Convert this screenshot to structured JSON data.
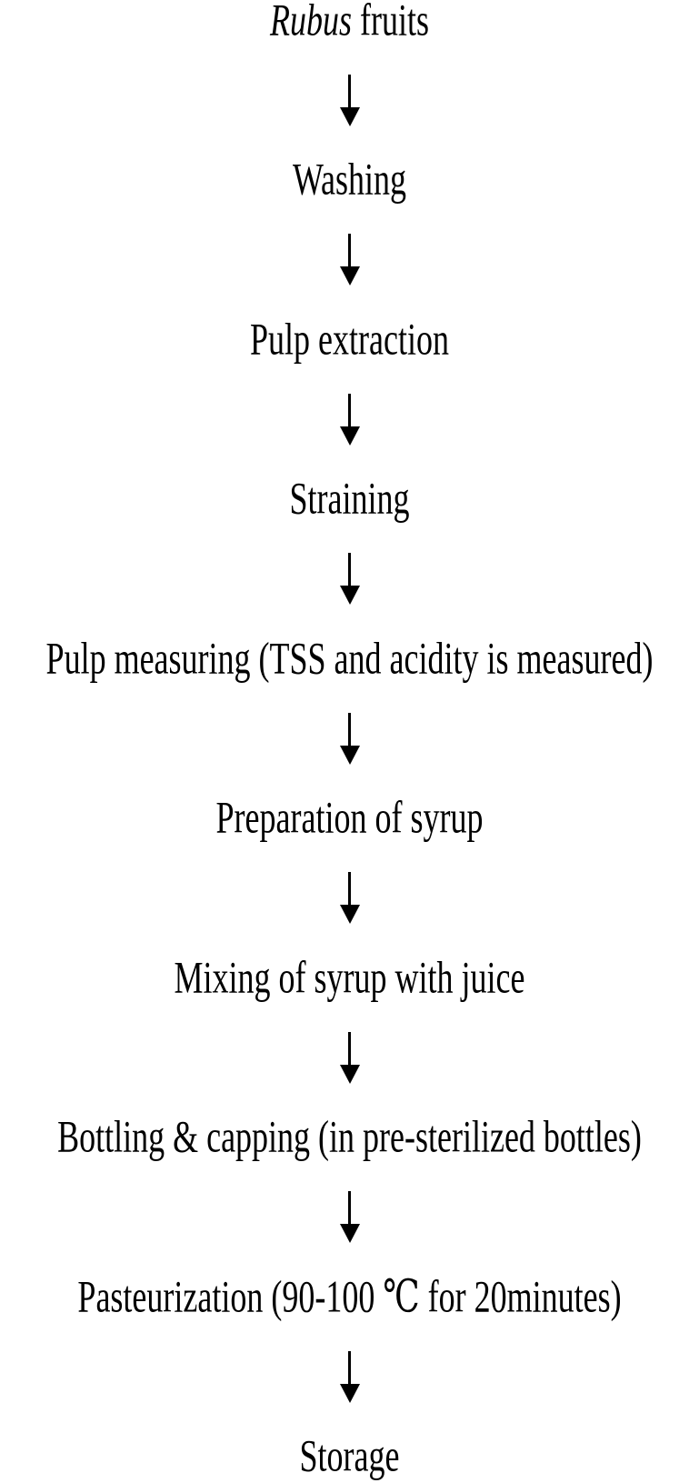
{
  "figure": {
    "type": "flowchart",
    "direction": "top-to-bottom",
    "background_color": "#ffffff",
    "text_color": "#000000",
    "arrow_color": "#000000",
    "arrow_icon": "down-arrow"
  },
  "steps": [
    {
      "italic": "Rubus",
      "rest": " fruits"
    },
    {
      "label": "Washing"
    },
    {
      "label": "Pulp extraction"
    },
    {
      "label": "Straining"
    },
    {
      "label": "Pulp measuring (TSS and acidity is measured)"
    },
    {
      "label": "Preparation of syrup"
    },
    {
      "label": "Mixing of syrup with juice"
    },
    {
      "label": "Bottling & capping (in pre-sterilized bottles)"
    },
    {
      "label": "Pasteurization (90-100 ℃ for 20minutes)"
    },
    {
      "label": "Storage"
    }
  ]
}
